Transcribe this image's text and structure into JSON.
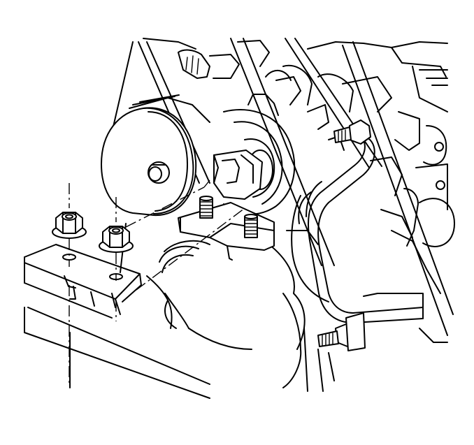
{
  "figure": {
    "kind": "line-art service illustration",
    "colors": {
      "ink": "#000000",
      "paper": "#ffffff"
    },
    "parts": [
      {
        "id": "nut-left",
        "icon": "flange-nut-icon"
      },
      {
        "id": "nut-right",
        "icon": "flange-nut-icon"
      },
      {
        "id": "stud-upper",
        "icon": "threaded-stud-icon"
      },
      {
        "id": "stud-lower",
        "icon": "threaded-stud-icon"
      },
      {
        "id": "stud-pipe-lower",
        "icon": "threaded-stud-icon"
      },
      {
        "id": "bolt-pipe-upper",
        "icon": "bolt-icon"
      },
      {
        "id": "pulley",
        "icon": "pulley-icon"
      },
      {
        "id": "mounting-bracket",
        "icon": "bracket-icon"
      },
      {
        "id": "frame-rail",
        "icon": "frame-icon"
      },
      {
        "id": "tube-pipe",
        "icon": "pipe-icon"
      }
    ]
  }
}
